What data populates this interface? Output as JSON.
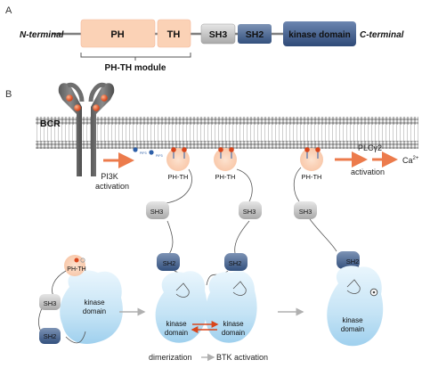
{
  "panel_a": {
    "letter": "A",
    "n_terminal": "N-terminal",
    "c_terminal": "C-terminal",
    "domains": {
      "ph": "PH",
      "th": "TH",
      "sh3": "SH3",
      "sh2": "SH2",
      "kinase": "kinase domain"
    },
    "module_label": "PH-TH module"
  },
  "panel_b": {
    "letter": "B",
    "receptor_label": "BCR",
    "pip3_label": "PIP3",
    "pi3k_line1": "PI3K",
    "pi3k_line2": "activation",
    "ph_th": "PH-TH",
    "sh3": "SH3",
    "sh2": "SH2",
    "kinase_line1": "kinase",
    "kinase_line2": "domain",
    "plc_label": "PLCγ2",
    "plc_activation": "activation",
    "calcium_base": "Ca",
    "calcium_sup": "2+",
    "dimerization": "dimerization",
    "btk_activation": "BTK activation"
  },
  "colors": {
    "ph_fill": "#fbd2b6",
    "sh3_fill": "#c9c9c9",
    "sh2_fill": "#44608b",
    "kinase_fill": "#3b5a8c",
    "kinase_blob": "#bfe0f3",
    "arrow_orange": "#ec7b4c",
    "membrane_grey": "#9a9a9a"
  }
}
